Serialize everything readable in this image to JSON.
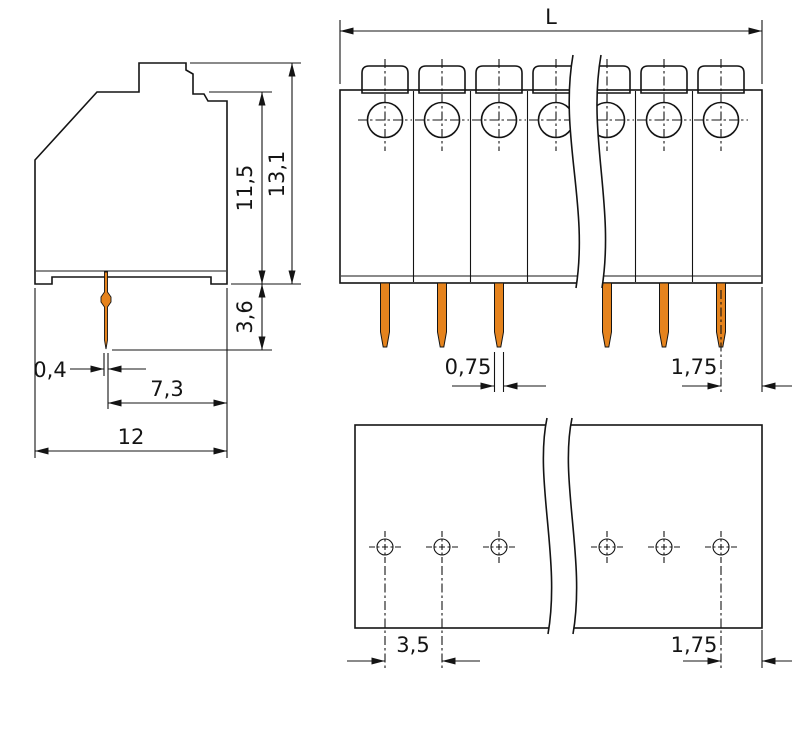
{
  "colors": {
    "body": "#a9aeb0",
    "pin": "#e5831d",
    "line": "#141414",
    "background": "#ffffff"
  },
  "side_view": {
    "height_upper": "11,5",
    "height_total": "13,1",
    "pin_protrusion": "3,6",
    "pin_thickness": "0,4",
    "pin_to_edge": "7,3",
    "total_depth": "12"
  },
  "front_view": {
    "length_label": "L",
    "pin_width": "0,75",
    "end_spacing": "1,75"
  },
  "footprint": {
    "hole_pitch": "3,5",
    "end_spacing": "1,75"
  }
}
